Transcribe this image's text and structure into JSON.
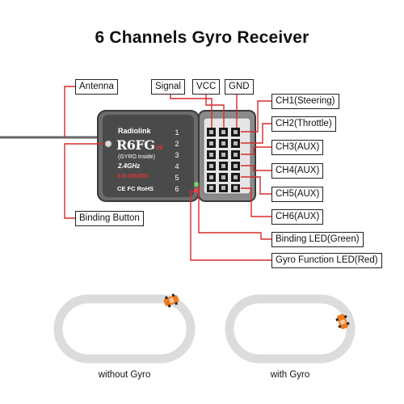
{
  "title": "6 Channels Gyro Receiver",
  "labels": {
    "antenna": "Antenna",
    "binding_button": "Binding Button",
    "signal": "Signal",
    "vcc": "VCC",
    "gnd": "GND",
    "ch1": "CH1(Steering)",
    "ch2": "CH2(Throttle)",
    "ch3": "CH3(AUX)",
    "ch4": "CH4(AUX)",
    "ch5": "CH5(AUX)",
    "ch6": "CH6(AUX)",
    "binding_led": "Binding LED(Green)",
    "gyro_led": "Gyro Function LED(Red)"
  },
  "receiver": {
    "brand": "Radiolink",
    "model": "R6FG",
    "version": "V5",
    "gyro_note": "(GYRO Inside)",
    "band": "2.4GHz",
    "voltage": "3.0-15V/DC",
    "cert": "CE FC RoHS",
    "channel_numbers": [
      "1",
      "2",
      "3",
      "4",
      "5",
      "6"
    ]
  },
  "tracks": {
    "without_gyro": "without Gyro",
    "with_gyro": "with Gyro"
  },
  "colors": {
    "leader_line": "#d62b2b",
    "track": "#dcdcdc",
    "car_body": "#f07a1e",
    "receiver_case": "#555555"
  }
}
